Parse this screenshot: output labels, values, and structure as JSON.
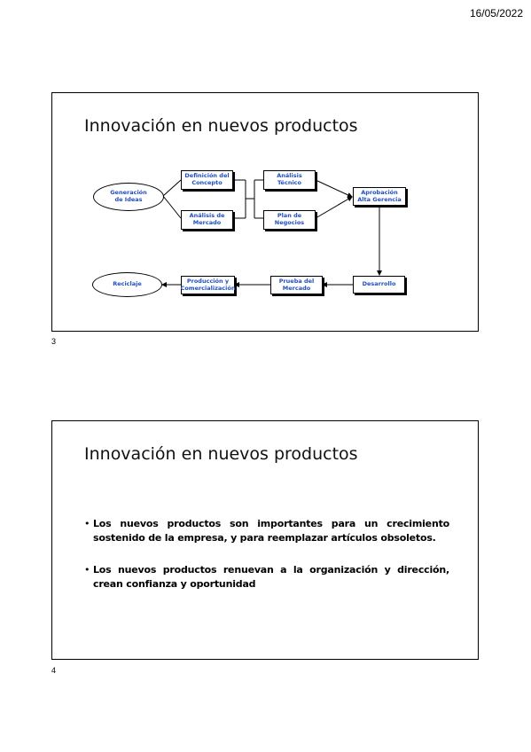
{
  "header": {
    "date": "16/05/2022"
  },
  "slides": [
    {
      "number": "3",
      "title": "Innovación en nuevos productos",
      "diagram": {
        "nodes": {
          "ideas": "Generación\nde Ideas",
          "concepto": "Definición del\nConcepto",
          "mercado": "Análisis de\nMercado",
          "tecnico": "Análisis\nTécnico",
          "negocios": "Plan de\nNegocios",
          "aprobacion": "Aprobación\nAlta Gerencia",
          "desarrollo": "Desarrollo",
          "prueba": "Prueba del\nMercado",
          "produccion": "Producción y\nComercialización",
          "reciclaje": "Reciclaje"
        }
      }
    },
    {
      "number": "4",
      "title": "Innovación en nuevos productos",
      "bullets": [
        "Los nuevos productos son importantes para un crecimiento sostenido de la empresa, y para reemplazar artículos obsoletos.",
        "Los nuevos productos renuevan a la organización y dirección, crean confianza y oportunidad"
      ]
    }
  ]
}
